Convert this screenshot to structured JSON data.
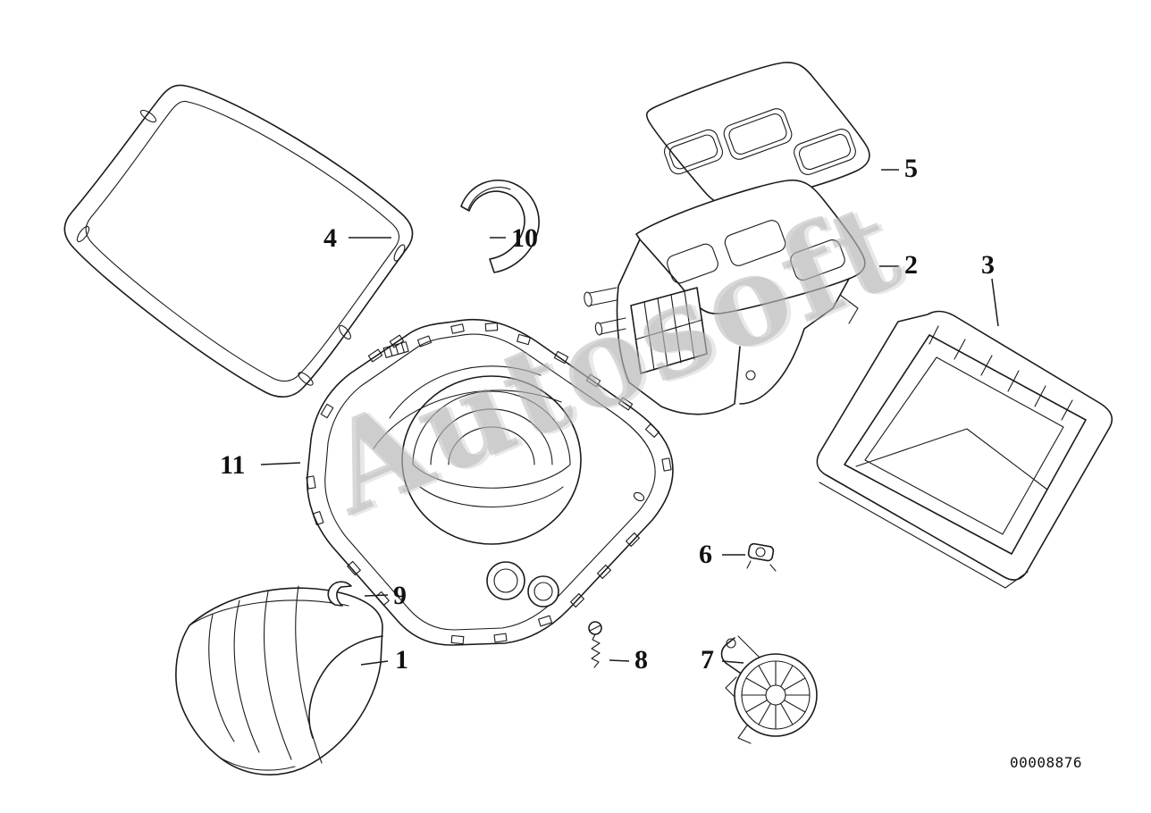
{
  "watermark": {
    "text": "Autosoft",
    "color": "#b2b2b2"
  },
  "doc_number": "00008876",
  "colors": {
    "background": "#ffffff",
    "line": "#1b1b1b"
  },
  "parts": [
    {
      "label": "1"
    },
    {
      "label": "2"
    },
    {
      "label": "3"
    },
    {
      "label": "4"
    },
    {
      "label": "5"
    },
    {
      "label": "6"
    },
    {
      "label": "7"
    },
    {
      "label": "8"
    },
    {
      "label": "9"
    },
    {
      "label": "10"
    },
    {
      "label": "11"
    }
  ]
}
